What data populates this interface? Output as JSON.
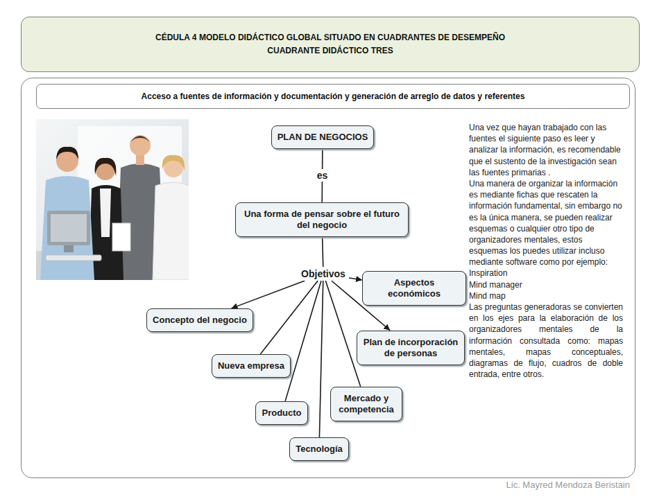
{
  "diagram": {
    "nodes": [
      {
        "text": [
          "CÉDULA 4  MODELO DIDÁCTICO GLOBAL SITUADO  EN CUADRANTES DE DESEMPEÑO",
          "CUADRANTE DIDÁCTICO TRES"
        ]
      },
      {
        "text": [
          "Acceso a fuentes de información y documentación y generación de arreglo de datos y referentes"
        ]
      },
      {
        "text": [
          "PLAN DE NEGOCIOS"
        ]
      },
      {
        "text": [
          "Una forma de pensar sobre el futuro del negocio"
        ]
      },
      {
        "text": [
          "Objetivos"
        ]
      },
      {
        "text": [
          "Aspectos económicos"
        ]
      },
      {
        "text": [
          "Concepto del negocio"
        ]
      },
      {
        "text": [
          "Plan de incorporación de personas"
        ]
      },
      {
        "text": [
          "Nueva empresa"
        ]
      },
      {
        "text": [
          "Mercado y competencia"
        ]
      },
      {
        "text": [
          "Producto"
        ]
      },
      {
        "text": [
          "Tecnología"
        ]
      }
    ],
    "edges": [
      {
        "from": 2,
        "to": 3,
        "label": "es",
        "arrow": "none"
      },
      {
        "from": 3,
        "to": 4,
        "arrow": "none"
      },
      {
        "from": 4,
        "to": 5,
        "arrow": "to"
      },
      {
        "from": 4,
        "to": 6,
        "arrow": "to"
      },
      {
        "from": 4,
        "to": 7,
        "arrow": "to"
      },
      {
        "from": 4,
        "to": 8,
        "arrow": "none"
      },
      {
        "from": 4,
        "to": 9,
        "arrow": "none"
      },
      {
        "from": 4,
        "to": 10,
        "arrow": "none"
      },
      {
        "from": 4,
        "to": 11,
        "arrow": "none"
      }
    ],
    "labels": [
      "Una vez que hayan trabajado con las fuentes el siguiente paso es leer y analizar la información, es recomendable que el sustento de la investigación sean las fuentes primarias .",
      "Una manera de organizar la información es  mediante fichas que rescaten la información fundamental, sin embargo no es la única manera, se pueden realizar esquemas o cualquier otro tipo de organizadores mentales, estos esquemas los puedes utilizar incluso mediante software como por ejemplo:",
      "Inspiration",
      "Mind manager",
      "Mind map",
      "Las preguntas generadoras se convierten en los ejes para la elaboración de los organizadores mentales de la información consultada como: mapas mentales, mapas conceptuales, diagramas de flujo, cuadros de doble entrada, entre otros.",
      "Lic. Mayred Mendoza Beristain"
    ]
  }
}
